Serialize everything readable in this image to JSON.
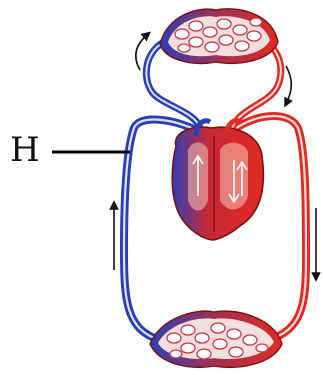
{
  "figure": {
    "labels": [
      {
        "id": "H",
        "text": "H"
      }
    ],
    "colors": {
      "oxygenated": "#e02a22",
      "deoxygenated": "#2b3fb4",
      "outline": "#7a1010",
      "capillary_bg": "#f4dede",
      "capillary_mesh": "#ffffff",
      "heart_highlight": "#f8c9b6",
      "arrow": "#111111",
      "leader_line": "#000000"
    },
    "icons": {
      "heart": "heart-icon",
      "upper_capillary_bed": "lung-capillary-network",
      "lower_capillary_bed": "body-capillary-network",
      "flow_arrows": "arrow-icon"
    }
  }
}
